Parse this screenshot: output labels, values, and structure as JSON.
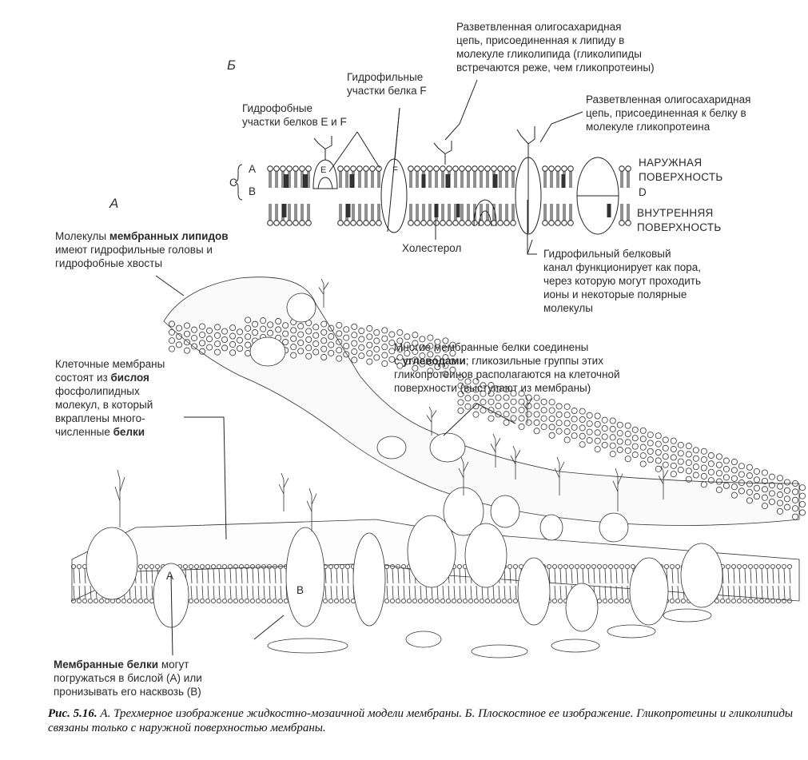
{
  "panel_b": {
    "letter": "Б",
    "label_oligo_lipid": [
      "Разветвленная олигосахаридная",
      "цепь, присоединенная к липиду в",
      "молекуле гликолипида (гликолипиды",
      "встречаются реже, чем гликопротеины)"
    ],
    "label_hydrophilic": [
      "Гидрофильные",
      "участки белка F"
    ],
    "label_hydrophobic": [
      "Гидрофобные",
      "участки белков E и F"
    ],
    "label_oligo_protein": [
      "Разветвленная олигосахаридная",
      "цепь, присоединенная к белку в",
      "молекуле гликопротеина"
    ],
    "outer_surface": [
      "НАРУЖНАЯ",
      "ПОВЕРХНОСТЬ"
    ],
    "d_letter": "D",
    "inner_surface": [
      "ВНУТРЕННЯЯ",
      "ПОВЕРХНОСТЬ"
    ],
    "letter_c": "C",
    "letter_a": "A",
    "letter_b": "B",
    "letter_e": "E",
    "letter_f": "F",
    "cholesterol": "Холестерол",
    "label_channel": [
      "Гидрофильный белковый",
      "канал функционирует как пора,",
      "через которую могут проходить",
      "ионы и некоторые полярные",
      "молекулы"
    ]
  },
  "panel_a": {
    "letter": "A",
    "lipids": {
      "pre": "Молекулы ",
      "bold": "мембранных липидов",
      "rest": [
        "имеют гидрофильные головы и",
        "гидрофобные хвосты"
      ]
    },
    "bilayer": {
      "l1": "Клеточные мембраны",
      "l2_pre": "состоят из ",
      "l2_bold": "бислоя",
      "l3": "фосфолипидных",
      "l4": "молекул, в который",
      "l5": "вкраплены много-",
      "l6_pre": "численные ",
      "l6_bold": "белки"
    },
    "glyco": {
      "l1": "Многие мембранные белки соединены",
      "l2_pre": "с ",
      "l2_bold": "углеводами",
      "l2_rest": "; гликозильные группы этих",
      "l3": "гликопротеинов располагаются на клеточной",
      "l4": "поверхности (выступают из мембраны)"
    },
    "proteins": {
      "bold": "Мембранные белки",
      "l1_rest": " могут",
      "l2": "погружаться в бислой (A) или",
      "l3": "пронизывать его насквозь (B)"
    },
    "protein_a": "A",
    "protein_b": "B"
  },
  "caption": {
    "fig": "Рис. 5.16.",
    "text": " А. Трехмерное изображение жидкостно-мозаичной модели мембраны. Б. Плоскостное ее изображение. Гликопротеины и гликолипиды связаны только с наружной поверхностью мембраны."
  }
}
